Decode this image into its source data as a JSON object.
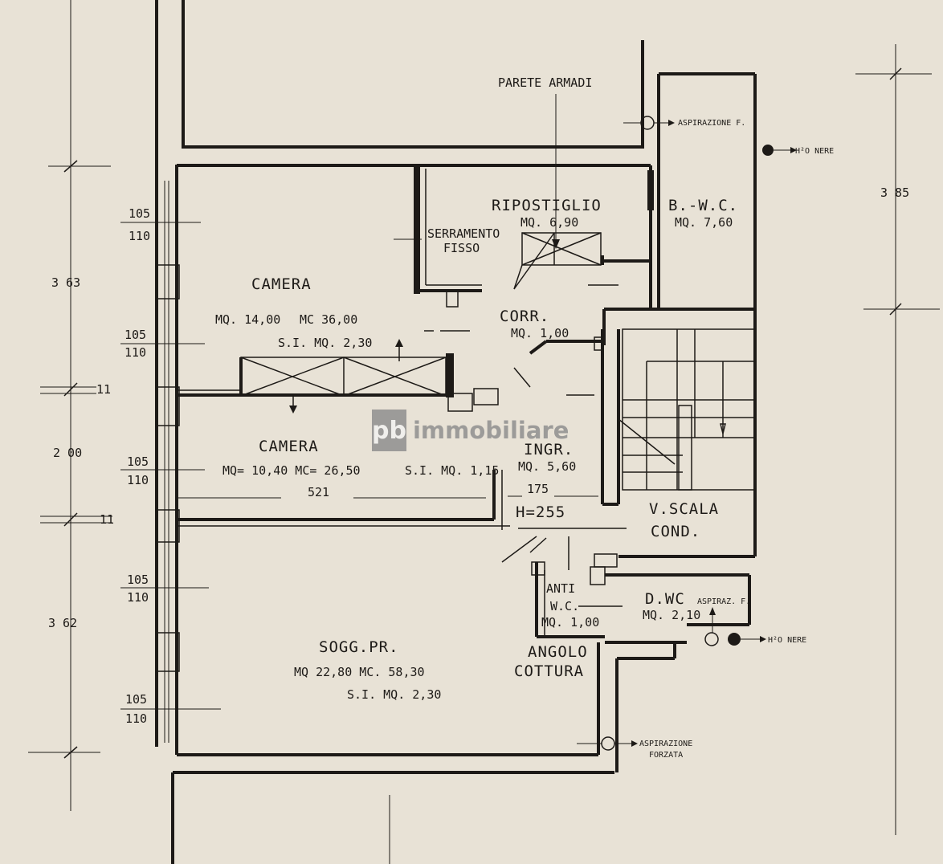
{
  "rooms": {
    "camera1": {
      "name": "CAMERA",
      "area": "MQ. 14,00",
      "volume": "MC 36,00",
      "si": "S.I. MQ. 2,30"
    },
    "camera2": {
      "name": "CAMERA",
      "line": "MQ= 10,40  MC= 26,50",
      "si": "S.I. MQ. 1,15",
      "width": "521"
    },
    "soggiorno": {
      "name": "SOGG.PR.",
      "line": "MQ 22,80  MC. 58,30",
      "si": "S.I. MQ. 2,30"
    },
    "ripostiglio": {
      "name": "RIPOSTIGLIO",
      "area": "MQ. 6,90"
    },
    "bagno": {
      "name": "B.-W.C.",
      "area": "MQ. 7,60"
    },
    "corridoio": {
      "name": "CORR.",
      "area": "MQ. 1,00"
    },
    "ingresso": {
      "name": "INGR.",
      "area": "MQ. 5,60"
    },
    "vano_scala": {
      "name1": "V.SCALA",
      "name2": "COND."
    },
    "antiwc": {
      "name1": "ANTI",
      "name2": "W.C.",
      "area": "MQ. 1,00"
    },
    "dwc": {
      "name": "D.WC",
      "area": "MQ. 2,10"
    },
    "cucina": {
      "name1": "ANGOLO",
      "name2": "COTTURA"
    }
  },
  "notes": {
    "parete_armadi": "PARETE ARMADI",
    "serramento": "SERRAMENTO",
    "fisso": "FISSO",
    "height": "H=255",
    "door_width": "175",
    "aspirazione_f1": "ASPIRAZIONE F.",
    "h2o_1": "H²O NERE",
    "aspirazione_f2": "ASPIRAZ. F.",
    "h2o_2": "H²O NERE",
    "aspirazione_forzata1": "ASPIRAZIONE",
    "aspirazione_forzata2": "FORZATA"
  },
  "dimensions": {
    "left": [
      "3 63",
      "11",
      "2 00",
      "11",
      "3 62"
    ],
    "right": "3 85",
    "windows": [
      {
        "top": "105",
        "bottom": "110"
      },
      {
        "top": "105",
        "bottom": "110"
      },
      {
        "top": "105",
        "bottom": "110"
      },
      {
        "top": "105",
        "bottom": "110"
      },
      {
        "top": "105",
        "bottom": "110"
      }
    ]
  },
  "watermark": {
    "mark": "pb",
    "word": "immobiliare"
  }
}
